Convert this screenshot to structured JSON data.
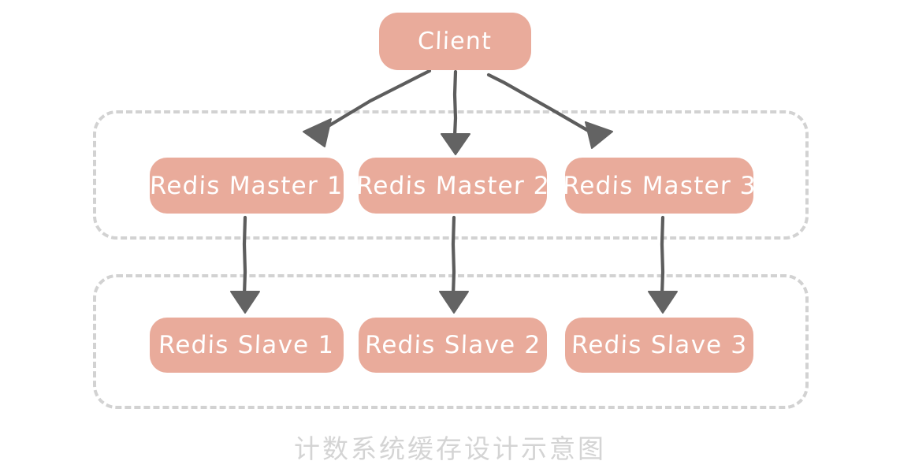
{
  "diagram": {
    "caption": "计数系统缓存设计示意图",
    "colors": {
      "node_fill": "#e9ab9b",
      "node_text": "#ffffff",
      "group_border": "#d2d2d2",
      "arrow": "#5d5d5d",
      "caption_text": "#d4d4d4",
      "background": "#ffffff"
    },
    "client": {
      "label": "Client"
    },
    "masters_group": {
      "name": "redis-masters-group",
      "nodes": [
        {
          "label": "Redis Master 1"
        },
        {
          "label": "Redis Master 2"
        },
        {
          "label": "Redis Master 3"
        }
      ]
    },
    "slaves_group": {
      "name": "redis-slaves-group",
      "nodes": [
        {
          "label": "Redis Slave 1"
        },
        {
          "label": "Redis Slave 2"
        },
        {
          "label": "Redis Slave 3"
        }
      ]
    },
    "connections": [
      {
        "from": "Client",
        "to": "Redis Master 1",
        "style": "arrow"
      },
      {
        "from": "Client",
        "to": "Redis Master 2",
        "style": "arrow"
      },
      {
        "from": "Client",
        "to": "Redis Master 3",
        "style": "arrow"
      },
      {
        "from": "Redis Master 1",
        "to": "Redis Slave 1",
        "style": "arrow"
      },
      {
        "from": "Redis Master 2",
        "to": "Redis Slave 2",
        "style": "arrow"
      },
      {
        "from": "Redis Master 3",
        "to": "Redis Slave 3",
        "style": "arrow"
      }
    ]
  }
}
